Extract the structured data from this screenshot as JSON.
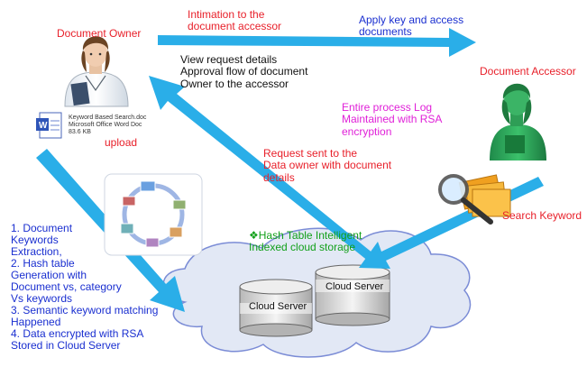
{
  "actors": {
    "owner_label": "Document Owner",
    "accessor_label": "Document Accessor"
  },
  "messages": {
    "intimation": [
      "Intimation to the",
      "document accessor"
    ],
    "apply_key": [
      "Apply key and access",
      "documents"
    ],
    "view_request": [
      "View request details",
      "Approval  flow of document",
      "Owner to the accessor"
    ],
    "process_log": [
      "Entire process Log",
      "Maintained with RSA",
      "encryption"
    ],
    "request_sent": [
      "Request sent to the",
      "Data owner with document",
      "details"
    ],
    "search_keyword": "Search Keyword",
    "upload": "upload"
  },
  "file": {
    "name": "Keyword Based Search.doc",
    "type": "Microsoft Office Word Doc",
    "size": "83.6 KB"
  },
  "steps": [
    "1. Document",
    "Keywords",
    "Extraction,",
    "2. Hash table",
    "Generation with",
    "Document vs, category",
    "Vs keywords",
    "3. Semantic keyword matching",
    "Happened",
    "4. Data encrypted with RSA",
    "Stored in Cloud Server"
  ],
  "storage": [
    "❖Hash Table Intelligent",
    "Indexed  cloud storage"
  ],
  "servers": [
    "Cloud Server",
    "Cloud Server"
  ],
  "colors": {
    "arrow": "#2aaee8",
    "cloud_fill": "#e2e8f5",
    "cloud_stroke": "#7b8cd6",
    "red_text": "#e8202a",
    "blue_text": "#1a2fd0",
    "magenta_text": "#e020d8",
    "green_text": "#12a01a"
  }
}
